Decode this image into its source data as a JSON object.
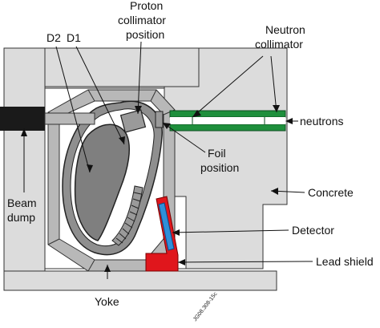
{
  "labels": {
    "d2": "D2",
    "d1": "D1",
    "proton_line1": "Proton",
    "proton_line2": "collimator",
    "proton_line3": "position",
    "neutron_line1": "Neutron",
    "neutron_line2": "collimator",
    "neutrons": "neutrons",
    "foil_line1": "Foil",
    "foil_line2": "position",
    "concrete": "Concrete",
    "beam_line1": "Beam",
    "beam_line2": "dump",
    "detector": "Detector",
    "lead_shield": "Lead shield",
    "yoke": "Yoke",
    "figure_code": "JG08.308-15c"
  },
  "colors": {
    "concrete": "#dcdcdc",
    "concrete_outline": "#333333",
    "yoke_light": "#b8b8b8",
    "yoke_dark": "#8f8f8f",
    "dee": "#7f7f7f",
    "collimator": "#1e8f3c",
    "detector": "#2f8fd9",
    "lead_shield": "#e0161c",
    "beam_dump": "#1a1a1a"
  }
}
